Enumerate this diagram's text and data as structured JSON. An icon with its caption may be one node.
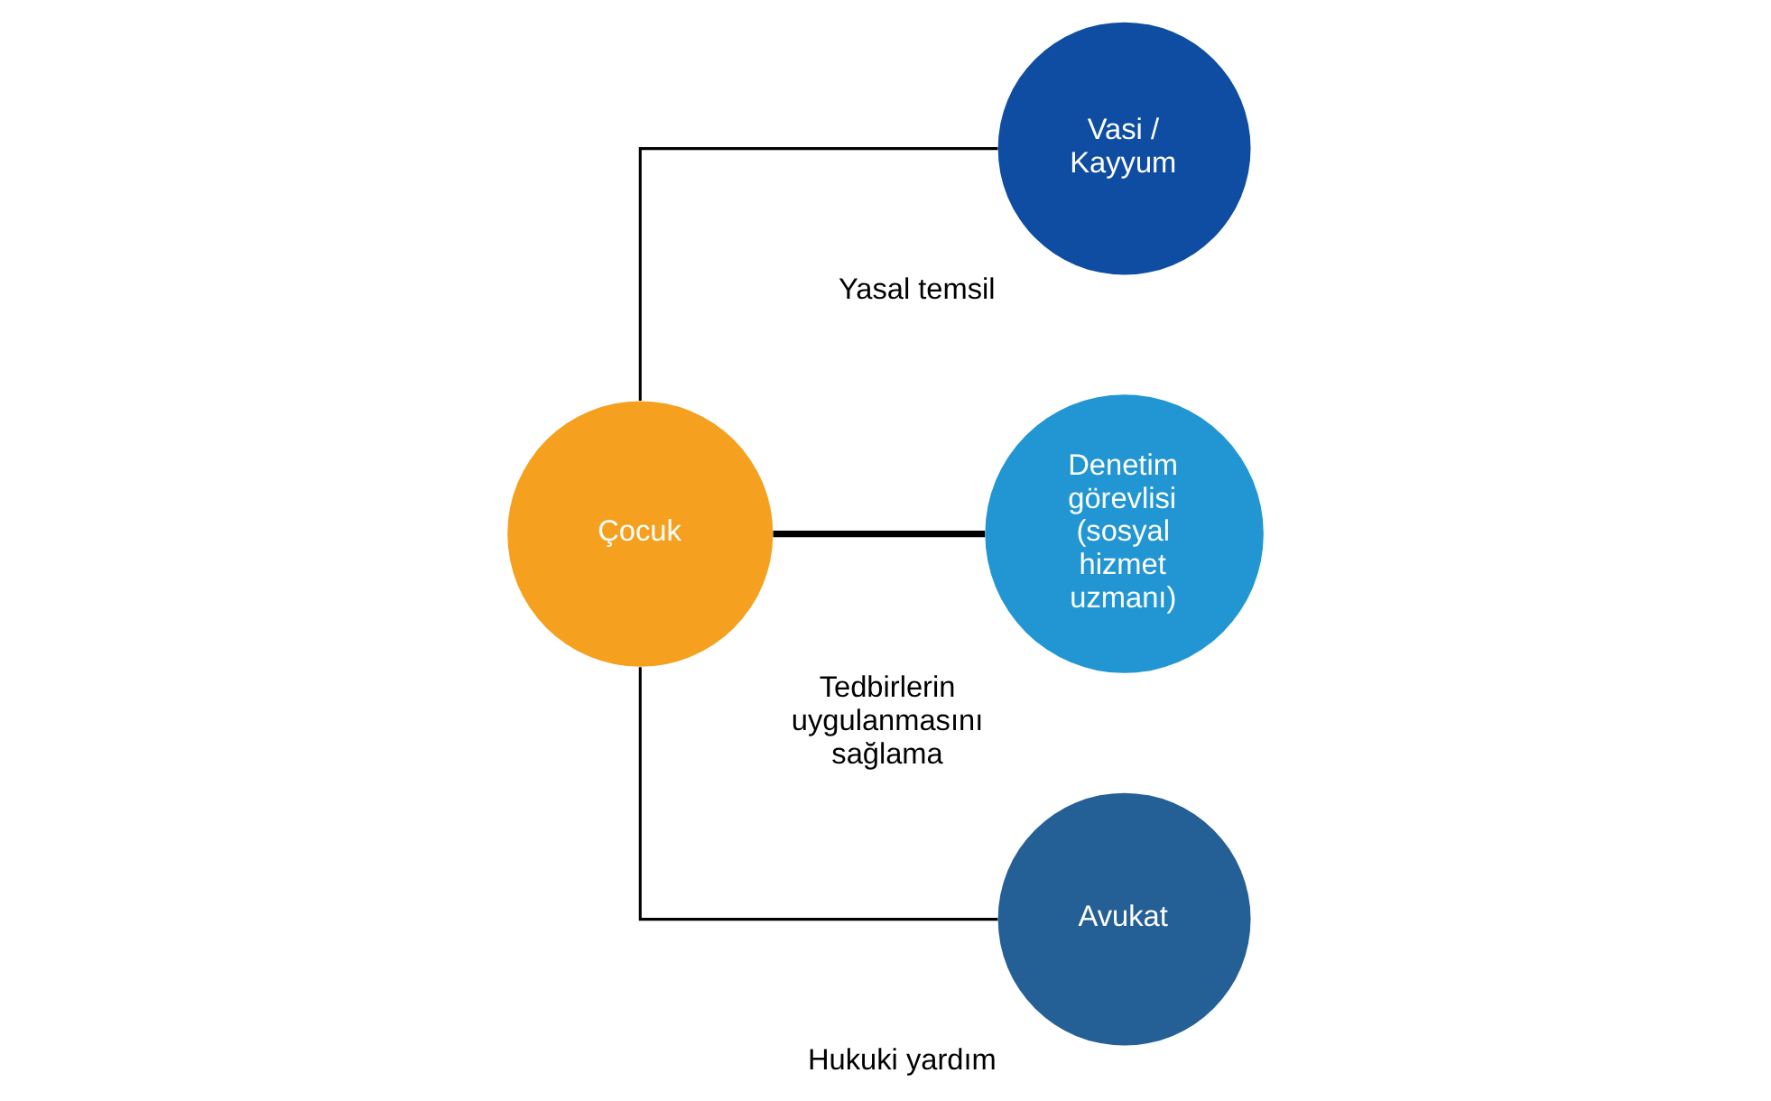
{
  "diagram": {
    "nodes": [
      {
        "text": [
          "Çocuk"
        ]
      },
      {
        "text": [
          "Vasi / Kayyum"
        ],
        "beside": [
          "Yasal temsil"
        ]
      },
      {
        "text": [
          "Denetim görevlisi (sosyal hizmet uzmanı)"
        ],
        "beside": [
          "Tedbirlerin uygulanmasını sağlama"
        ]
      },
      {
        "text": [
          "Avukat"
        ],
        "beside": [
          "Hukuki yardım"
        ]
      }
    ],
    "edges": [
      {
        "from": 0,
        "to": 1,
        "arrow": "none"
      },
      {
        "from": 0,
        "to": 2,
        "arrow": "none",
        "style": "thick"
      },
      {
        "from": 0,
        "to": 3,
        "arrow": "none"
      }
    ]
  }
}
